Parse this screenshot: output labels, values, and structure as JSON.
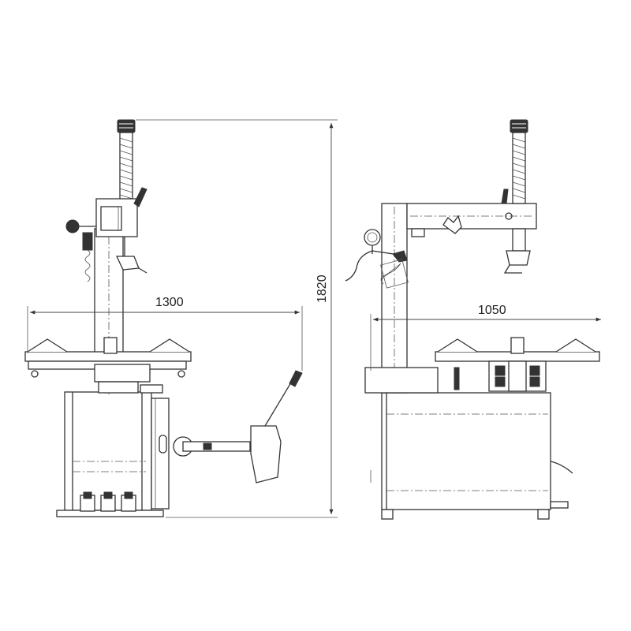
{
  "dimensions": {
    "front_width": "1300",
    "total_height": "1820",
    "side_depth": "1050"
  }
}
